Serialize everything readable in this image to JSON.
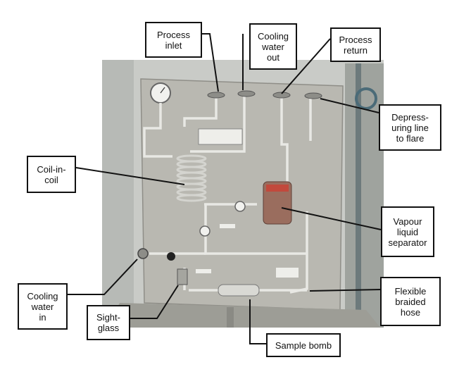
{
  "image": {
    "description_tokens": [
      "sampling-panel-photo"
    ],
    "colors": {
      "background": "#ffffff",
      "panel": "#b9b8b1",
      "structure": "#a4a59d",
      "accent_red": "#b23a32",
      "leader": "#111111"
    }
  },
  "callouts": {
    "process_inlet": "Process\ninlet",
    "cooling_water_out": "Cooling\nwater\nout",
    "process_return": "Process\nreturn",
    "depressuring_line": "Depress-\nuring line\nto flare",
    "coil_in_coil": "Coil-in-\ncoil",
    "vapour_liquid_separator": "Vapour\nliquid\nseparator",
    "cooling_water_in": "Cooling\nwater\nin",
    "sight_glass": "Sight-\nglass",
    "flexible_braided_hose": "Flexible\nbraided\nhose",
    "sample_bomb": "Sample bomb"
  }
}
